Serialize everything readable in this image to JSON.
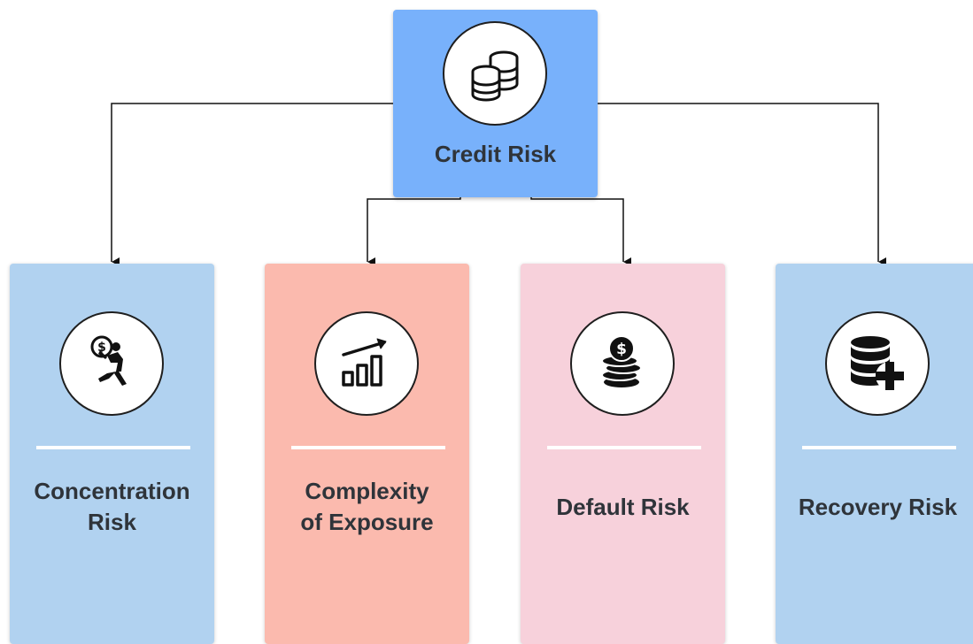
{
  "root": {
    "title": "Credit Risk",
    "icon": "coin-stack-icon",
    "color": "#78b1fb"
  },
  "children": [
    {
      "label": "Concentration\nRisk",
      "icon": "person-carrying-coin-icon",
      "color": "#b1d2f0"
    },
    {
      "label": "Complexity\nof Exposure",
      "icon": "growth-bar-chart-icon",
      "color": "#fbbaae"
    },
    {
      "label": "Default Risk",
      "icon": "dollar-coins-icon",
      "color": "#f7d1db"
    },
    {
      "label": "Recovery Risk",
      "icon": "database-plus-icon",
      "color": "#b1d2f0"
    }
  ]
}
